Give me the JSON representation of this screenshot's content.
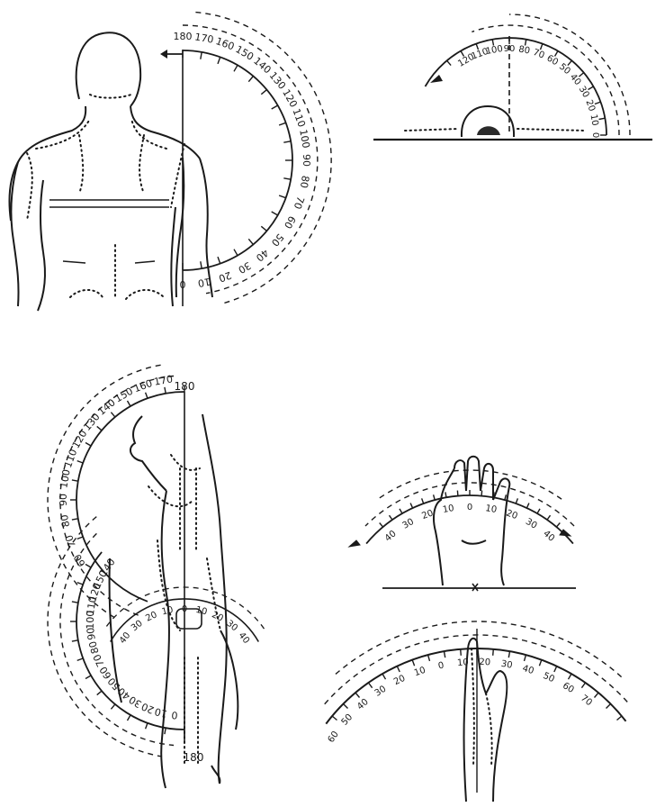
{
  "panels": {
    "shoulder_back": {
      "scale": [
        "180",
        "170",
        "160",
        "150",
        "140",
        "130",
        "120",
        "110",
        "100",
        "90",
        "80",
        "70",
        "60",
        "50",
        "40",
        "30",
        "20",
        "10",
        "0"
      ]
    },
    "neck_rotation": {
      "scale": [
        "120",
        "110",
        "100",
        "90",
        "80",
        "70",
        "60",
        "50",
        "40",
        "30",
        "20",
        "10",
        "0"
      ]
    },
    "shoulder_side": {
      "upper_scale": [
        "170",
        "160",
        "150",
        "140",
        "130",
        "120",
        "110",
        "100",
        "90",
        "80",
        "70",
        "60"
      ],
      "upper_label_180": "180",
      "lower_scale": [
        "140",
        "150",
        "120",
        "110",
        "100",
        "90",
        "80",
        "70",
        "60",
        "50",
        "40",
        "30",
        "20",
        "10",
        "0"
      ],
      "lower_label_180": "180",
      "small_scale": [
        "40",
        "30",
        "20",
        "10",
        "0",
        "10",
        "20",
        "30",
        "40"
      ]
    },
    "hand_top": {
      "scale": [
        "40",
        "30",
        "20",
        "10",
        "0",
        "10",
        "20",
        "30",
        "40"
      ]
    },
    "hand_side": {
      "scale": [
        "60",
        "50",
        "40",
        "30",
        "20",
        "10",
        "0",
        "10",
        "20",
        "30",
        "40",
        "50",
        "60",
        "70"
      ]
    }
  }
}
